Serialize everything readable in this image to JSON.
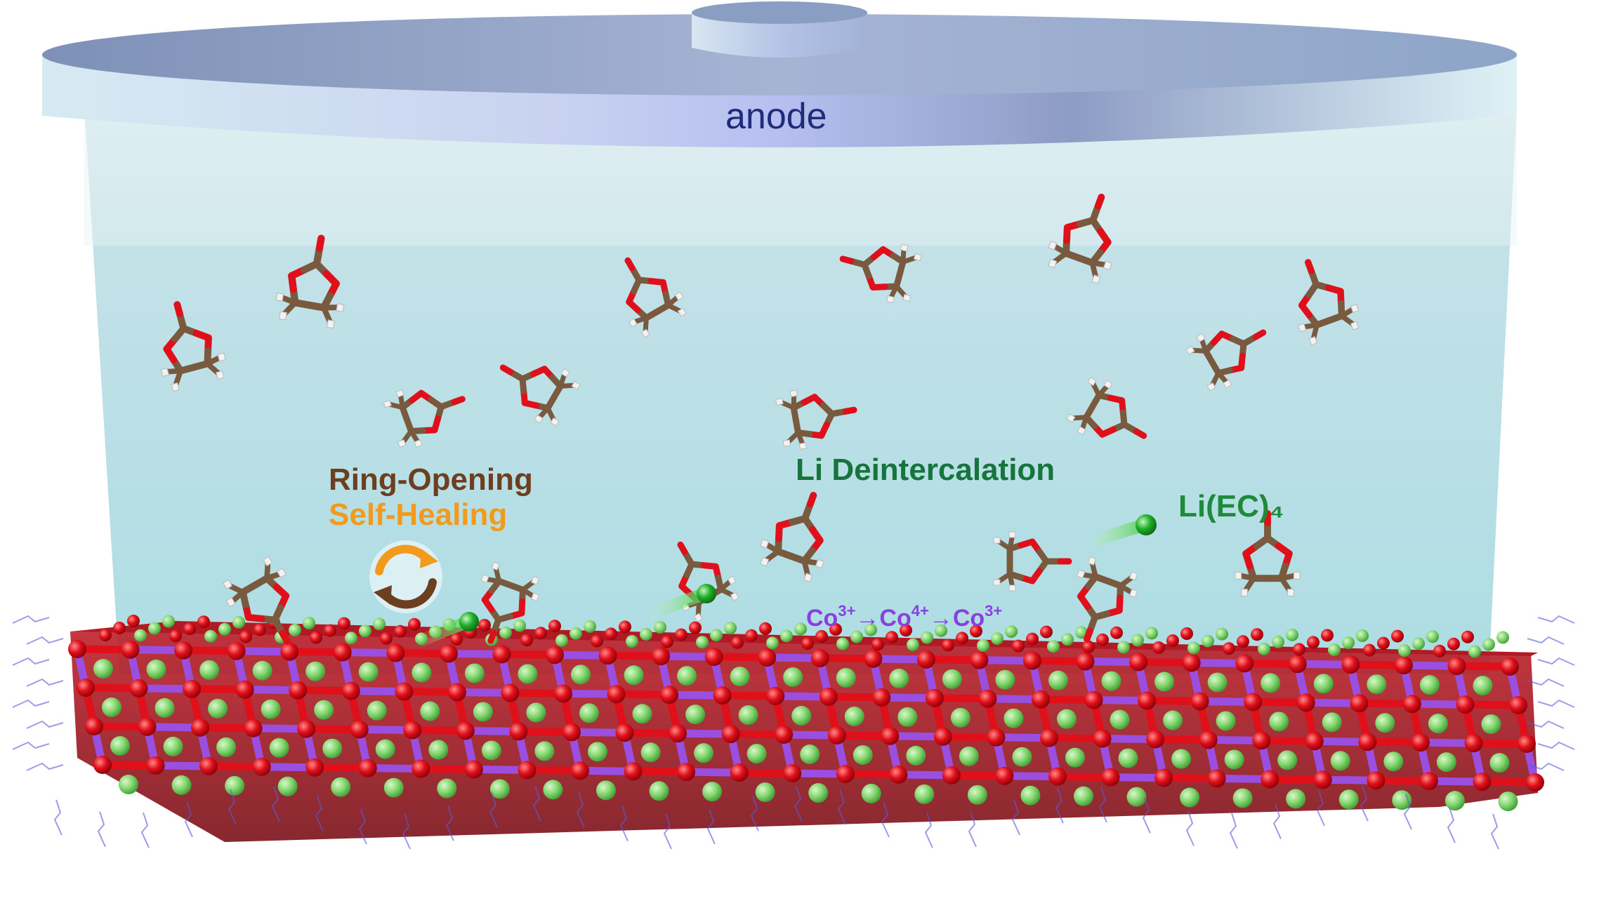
{
  "electrode": {
    "label": "anode"
  },
  "annotations": {
    "ring_opening": "Ring-Opening",
    "self_healing": "Self-Healing",
    "li_deintercalation": "Li Deintercalation",
    "li_ec4": "Li(EC)₄",
    "co_transition": {
      "parts": [
        "Co",
        "3+",
        "→Co",
        "4+",
        "→Co",
        "3+"
      ]
    }
  },
  "colors": {
    "anode_text": "#1f2c7a",
    "ring_opening": "#6b3f1f",
    "self_healing": "#f29a1c",
    "li_deintercalation": "#16743c",
    "li_ec4": "#1f8a3c",
    "co_transition": "#8a3fe0",
    "oxygen_atom": "#e0101a",
    "cobalt_bond": "#9a4fe0",
    "lithium_atom": "#7fd46a",
    "carbon_atom": "#7a5a3e",
    "hydrogen_atom": "#f2f2f2",
    "electrolyte": "#bfe3ea"
  },
  "icons": {
    "cycle_arrows": "rotating-arrows-icon",
    "li_ion": "green-sphere-icon"
  }
}
